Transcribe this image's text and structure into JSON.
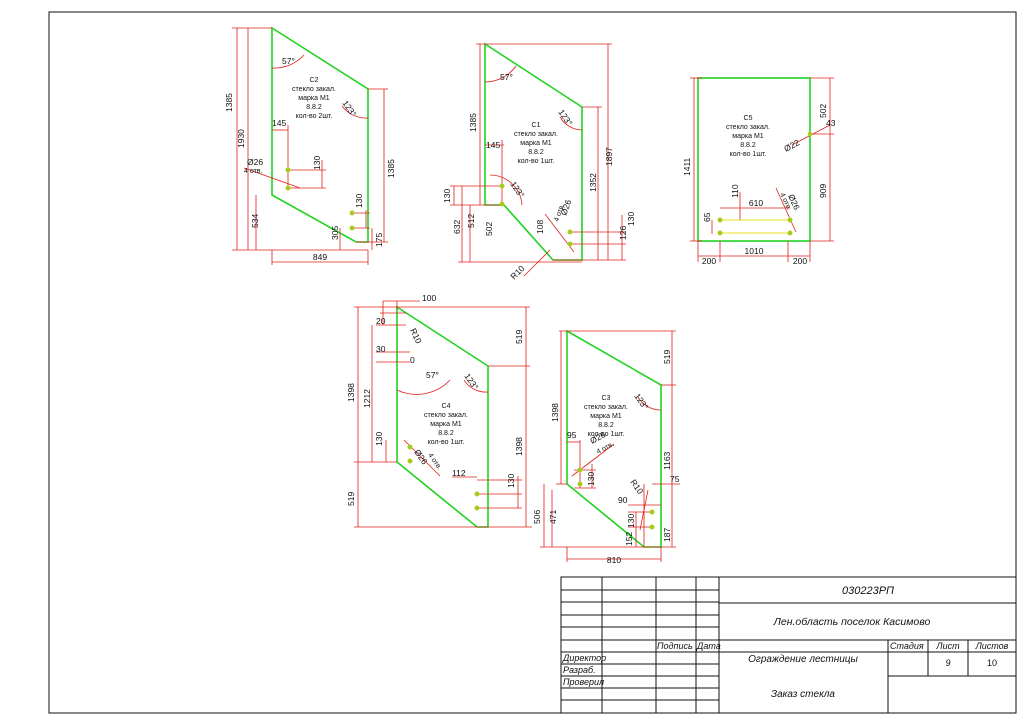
{
  "panels": {
    "c2": {
      "note": [
        "C2",
        "стекло закал.",
        "марка М1",
        "8.8.2",
        "кол-во 2шт."
      ],
      "dims": [
        "1385",
        "1930",
        "534",
        "145",
        "Ø26",
        "4 отв.",
        "130",
        "130",
        "305",
        "175",
        "1385",
        "849",
        "57°",
        "123°"
      ]
    },
    "c1": {
      "note": [
        "C1",
        "стекло закал.",
        "марка М1",
        "8.8.2",
        "кол-во 1шт."
      ],
      "dims": [
        "1385",
        "145",
        "130",
        "632",
        "512",
        "502",
        "108",
        "R10",
        "Ø26",
        "4 отв.",
        "1352",
        "1897",
        "130",
        "126",
        "57°",
        "123°",
        "123°"
      ]
    },
    "c5": {
      "note": [
        "C5",
        "стекло закал.",
        "марка М1",
        "8.8.2",
        "кол-во 1шт."
      ],
      "dims": [
        "1411",
        "502",
        "43",
        "Ø22",
        "909",
        "110",
        "610",
        "Ø26",
        "4 отв.",
        "65",
        "200",
        "1010",
        "200"
      ]
    },
    "c4": {
      "note": [
        "C4",
        "стекло закал.",
        "марка М1",
        "8.8.2",
        "кол-во 1шт."
      ],
      "dims": [
        "100",
        "20",
        "R10",
        "30",
        "0",
        "519",
        "1398",
        "1212",
        "130",
        "Ø26",
        "4 отв.",
        "112",
        "130",
        "1398",
        "519",
        "57°",
        "123°"
      ]
    },
    "c3": {
      "note": [
        "C3",
        "стекло закал.",
        "марка М1",
        "8.8.2",
        "кол-во 1шт."
      ],
      "dims": [
        "519",
        "1398",
        "95",
        "Ø26",
        "4 отв.",
        "130",
        "1163",
        "R10",
        "75",
        "90",
        "506",
        "471",
        "130",
        "152",
        "187",
        "810",
        "123°"
      ]
    }
  },
  "title_block": {
    "code": "030223РП",
    "address": "Лен.область поселок Касимово",
    "subject": "Ограждение лестницы",
    "sheet_name": "Заказ стекла",
    "h_podpis": "Подпись",
    "h_data": "Дата",
    "h_stadia": "Стадия",
    "h_list": "Лист",
    "h_listov": "Листов",
    "list_value": "9",
    "listov_value": "10",
    "role_director": "Директор",
    "role_razrab": "Разраб.",
    "role_proveril": "Проверил"
  }
}
